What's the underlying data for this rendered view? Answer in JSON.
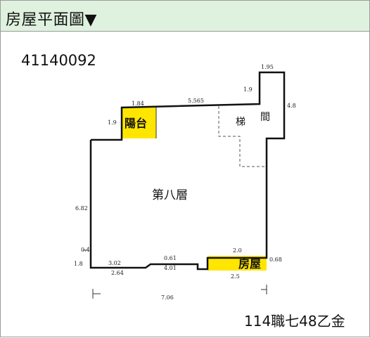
{
  "header": {
    "title": "房屋平面圖▼"
  },
  "plan": {
    "code": "41140092",
    "floor_label": "第八層",
    "balcony_label": "陽台",
    "stair_label_1": "梯",
    "stair_label_2": "間",
    "room_label": "房屋",
    "address": "114職七48乙金",
    "dimensions": {
      "d1": "1.95",
      "d2": "1.9",
      "d3": "5.565",
      "d4": "1.84",
      "d5": "1.9",
      "d6": "4.8",
      "d7": "6.82",
      "d8": "3.02",
      "d9": "2.64",
      "d10": "0.61",
      "d11": "4.01",
      "d12": "2.0",
      "d13": "2.5",
      "d14": "7.06",
      "d15": "0.68",
      "d16": "0.4",
      "d17": "1.8"
    },
    "colors": {
      "highlight": "#ffe600",
      "wall": "#111111",
      "header_bg": "#dff2df"
    }
  }
}
